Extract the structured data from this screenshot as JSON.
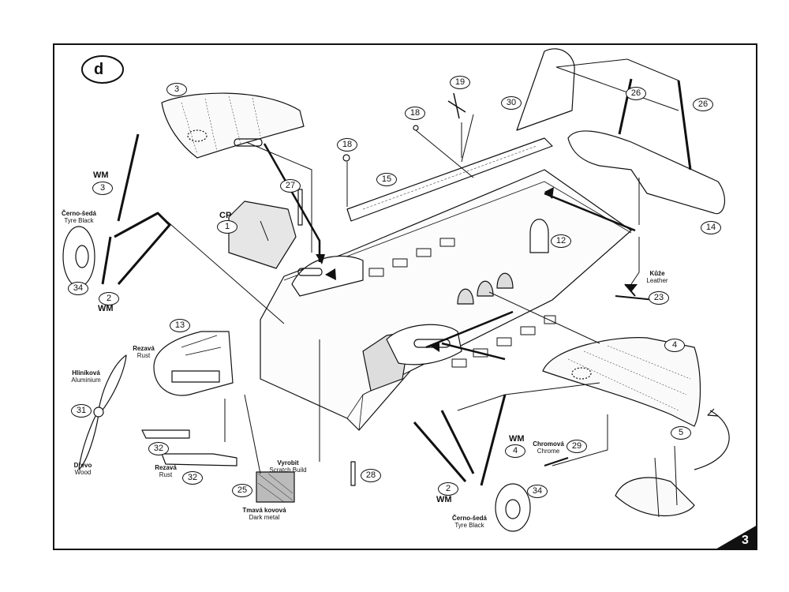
{
  "step": "d",
  "page_number": "3",
  "parts": [
    "3",
    "19",
    "30",
    "26",
    "26",
    "18",
    "18",
    "15",
    "27",
    "12",
    "14",
    "4",
    "13",
    "31",
    "34",
    "32",
    "32",
    "25",
    "28",
    "2",
    "34",
    "29",
    "23",
    "5",
    "1",
    "3",
    "4",
    "2"
  ],
  "wm_labels": {
    "upper_left": "WM",
    "lower_left": "WM",
    "right_strut": "WM",
    "lower_center": "WM"
  },
  "cp_label": "CP",
  "material_labels": {
    "tyre_left": {
      "cz": "Černo-šedá",
      "en": "Tyre Black"
    },
    "tyre_right": {
      "cz": "Černo-šedá",
      "en": "Tyre Black"
    },
    "rust_upper": {
      "cz": "Rezavá",
      "en": "Rust"
    },
    "rust_lower": {
      "cz": "Rezavá",
      "en": "Rust"
    },
    "aluminium": {
      "cz": "Hliníková",
      "en": "Aluminium"
    },
    "wood": {
      "cz": "Dřevo",
      "en": "Wood"
    },
    "scratch": {
      "cz": "Vyrobit",
      "en": "Scratch Build"
    },
    "dark_metal": {
      "cz": "Tmavá kovová",
      "en": "Dark metal"
    },
    "chrome": {
      "cz": "Chromová",
      "en": "Chrome"
    },
    "leather": {
      "cz": "Kůže",
      "en": "Leather"
    }
  }
}
